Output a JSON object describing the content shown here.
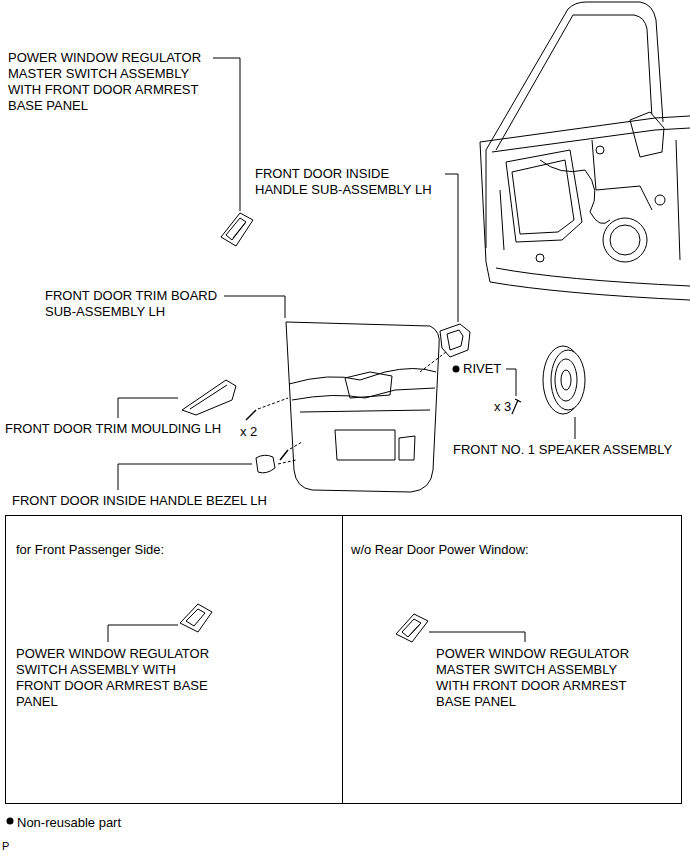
{
  "diagram": {
    "nodes": [
      {
        "text": [
          "for Front Passenger Side:",
          "POWER WINDOW REGULATOR SWITCH ASSEMBLY WITH FRONT DOOR ARMREST BASE PANEL"
        ]
      },
      {
        "text": [
          "w/o Rear Door Power Window:",
          "POWER WINDOW REGULATOR MASTER SWITCH ASSEMBLY WITH FRONT DOOR ARMREST BASE PANEL"
        ]
      }
    ],
    "labels": [
      "POWER WINDOW REGULATOR MASTER SWITCH ASSEMBLY WITH FRONT DOOR ARMREST BASE PANEL",
      "FRONT DOOR INSIDE HANDLE SUB-ASSEMBLY LH",
      "FRONT DOOR TRIM BOARD SUB-ASSEMBLY LH",
      "RIVET",
      "x 3",
      "FRONT DOOR TRIM MOULDING LH",
      "x 2",
      "FRONT NO. 1 SPEAKER ASSEMBLY",
      "FRONT DOOR INSIDE HANDLE BEZEL LH",
      "P"
    ],
    "legend": [
      {
        "text": "Non-reusable part"
      }
    ]
  }
}
